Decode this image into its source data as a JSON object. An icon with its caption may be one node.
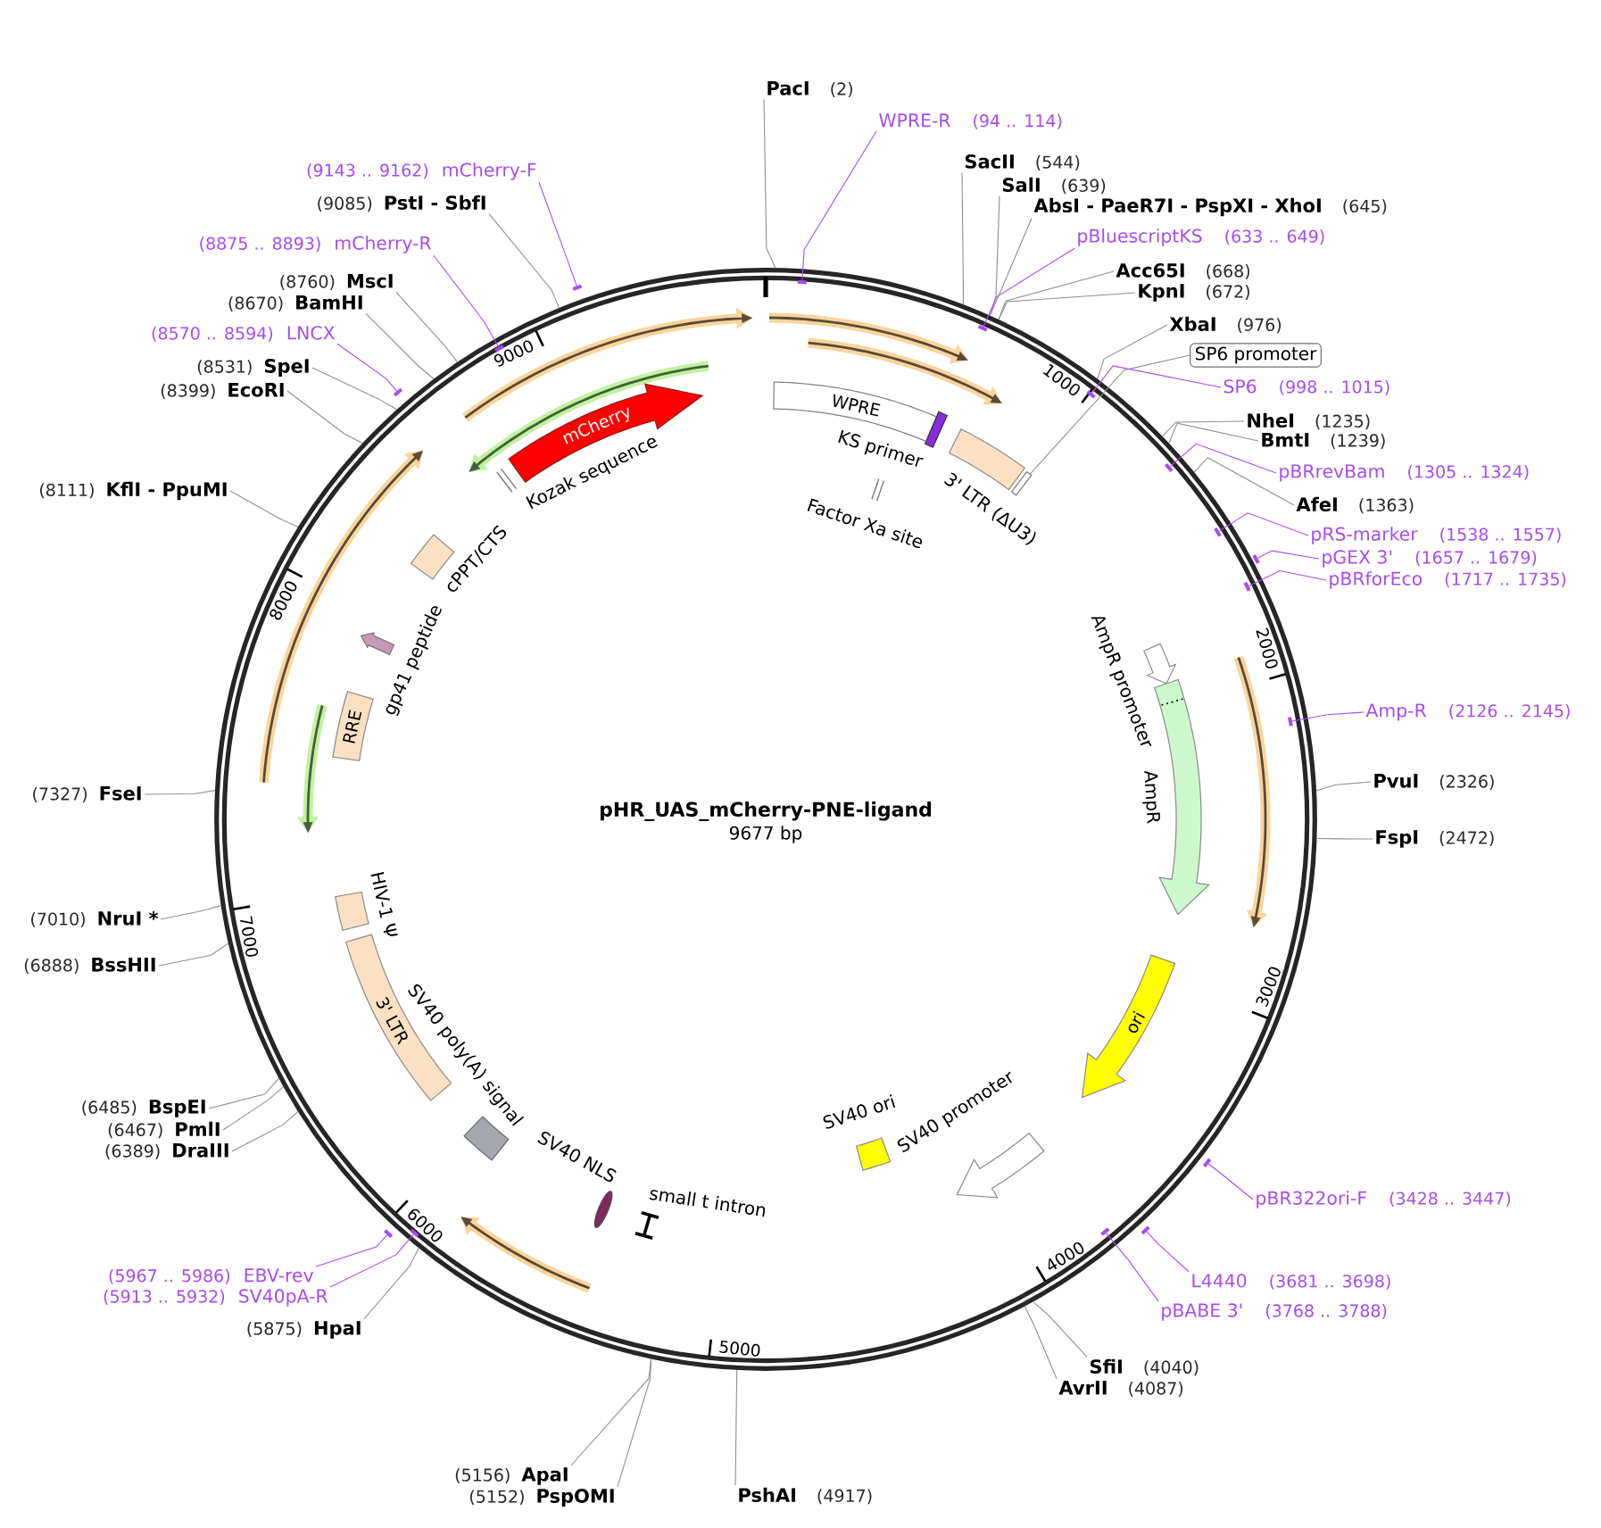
{
  "diagram": {
    "title": "pHR_UAS_mCherry-PNE-ligand",
    "nodes": [
      {
        "text": [],
        "shape": "circle"
      },
      {
        "text": [
          "PacI",
          "(2)"
        ]
      },
      {
        "text": [
          "WPRE-R",
          "(94 .. 114)"
        ]
      },
      {
        "text": [],
        "shape": "bar",
        "in": 0
      },
      {
        "text": [
          "SacII",
          "(544)"
        ]
      },
      {
        "text": [
          "SalI",
          "(639)"
        ]
      },
      {
        "text": [
          "AbsI - PaeR7I - PspXI - XhoI",
          "(645)"
        ]
      },
      {
        "text": [
          "pBluescriptKS",
          "(633 .. 649)"
        ]
      },
      {
        "text": [],
        "shape": "bar",
        "in": 0
      },
      {
        "text": [
          "Acc65I",
          "(668)"
        ]
      },
      {
        "text": [
          "KpnI",
          "(672)"
        ]
      },
      {
        "text": [
          "XbaI",
          "(976)"
        ]
      },
      {
        "text": [
          "SP6 promoter"
        ]
      },
      {
        "text": [],
        "shape": "bar",
        "in": 0
      },
      {
        "text": [
          "SP6",
          "(998 .. 1015)"
        ]
      },
      {
        "text": [],
        "shape": "bar",
        "in": 0
      },
      {
        "text": [
          "NheI",
          "(1235)"
        ]
      },
      {
        "text": [
          "BmtI",
          "(1239)"
        ]
      },
      {
        "text": [
          "pBRrevBam",
          "(1305 .. 1324)"
        ]
      },
      {
        "text": [],
        "shape": "bar",
        "in": 0
      },
      {
        "text": [
          "AfeI",
          "(1363)"
        ]
      },
      {
        "text": [
          "pRS-marker",
          "(1538 .. 1557)"
        ]
      },
      {
        "text": [],
        "shape": "bar",
        "in": 0
      },
      {
        "text": [
          "pGEX 3'",
          "(1657 .. 1679)"
        ]
      },
      {
        "text": [],
        "shape": "bar"
      },
      {
        "text": [
          "pBRforEco",
          "(1717 .. 1735)"
        ]
      },
      {
        "text": [],
        "shape": "bar",
        "in": 0
      },
      {
        "text": [
          "Amp-R",
          "(2126 .. 2145)"
        ]
      },
      {
        "text": [],
        "shape": "bar",
        "in": 0
      },
      {
        "text": [
          "PvuI",
          "(2326)"
        ]
      },
      {
        "text": [
          "FspI",
          "(2472)"
        ]
      },
      {
        "text": [
          "pBR322ori-F",
          "(3428 .. 3447)"
        ]
      },
      {
        "text": [],
        "shape": "bar"
      },
      {
        "text": [
          "L4440",
          "(3681 .. 3698)"
        ]
      },
      {
        "text": [],
        "shape": "bar"
      },
      {
        "text": [
          "pBABE 3'",
          "(3768 .. 3788)"
        ]
      },
      {
        "text": [],
        "shape": "bar",
        "in": 0
      },
      {
        "text": [
          "SfiI",
          "(4040)"
        ]
      },
      {
        "text": [
          "AvrII",
          "(4087)"
        ]
      },
      {
        "text": [
          "PshAI",
          "(4917)"
        ]
      },
      {
        "text": [
          "(5152)",
          "PspOMI"
        ]
      },
      {
        "text": [
          "(5156)",
          "ApaI"
        ]
      },
      {
        "text": [
          "(5875)",
          "HpaI"
        ]
      },
      {
        "text": [
          "(5913 .. 5932)",
          "SV40pA-R"
        ]
      },
      {
        "text": [],
        "shape": "bar",
        "in": 0
      },
      {
        "text": [
          "(5967 .. 5986)",
          "EBV-rev"
        ]
      },
      {
        "text": [],
        "shape": "bar"
      },
      {
        "text": [
          "(6389)",
          "DraIII"
        ]
      },
      {
        "text": [
          "(6467)",
          "PmlI"
        ]
      },
      {
        "text": [
          "(6485)",
          "BspEI"
        ]
      },
      {
        "text": [
          "(6888)",
          "BssHII"
        ]
      },
      {
        "text": [
          "(7010)",
          "NruI *"
        ]
      },
      {
        "text": [
          "(7327)",
          "FseI"
        ]
      },
      {
        "text": [
          "(8111)",
          "KflI - PpuMI"
        ]
      },
      {
        "text": [
          "(8399)",
          "EcoRI"
        ]
      },
      {
        "text": [
          "(8531)",
          "SpeI"
        ]
      },
      {
        "text": [
          "(8570 .. 8594)",
          "LNCX"
        ]
      },
      {
        "text": [],
        "shape": "bar"
      },
      {
        "text": [
          "(8670)",
          "BamHI"
        ]
      },
      {
        "text": [
          "(8760)",
          "MscI"
        ]
      },
      {
        "text": [
          "(8875 .. 8893)",
          "mCherry-R"
        ]
      },
      {
        "text": [],
        "shape": "bar",
        "in": 0
      },
      {
        "text": [
          "(9085)",
          "PstI - SbfI"
        ]
      },
      {
        "text": [
          "(9143 .. 9162)",
          "mCherry-F"
        ]
      },
      {
        "text": [],
        "shape": "bar"
      },
      {
        "text": [
          "WPRE"
        ],
        "in": 0
      },
      {
        "text": [
          "KS primer"
        ],
        "in": 0
      },
      {
        "text": [
          "Factor Xa site"
        ],
        "in": 0
      },
      {
        "text": [
          "3' LTR (ΔU3)"
        ],
        "in": 0
      },
      {
        "text": [
          "AmpR promoter"
        ],
        "in": 0
      },
      {
        "text": [
          "AmpR"
        ],
        "in": 0
      },
      {
        "text": [
          "ori"
        ],
        "in": 0
      },
      {
        "text": [
          "SV40 promoter"
        ],
        "in": 0
      },
      {
        "text": [
          "SV40 ori"
        ],
        "in": 0
      },
      {
        "text": [
          "small t intron"
        ],
        "in": 0
      },
      {
        "text": [
          "SV40 NLS"
        ],
        "in": 0
      },
      {
        "text": [
          "SV40 poly(A) signal"
        ],
        "in": 0
      },
      {
        "text": [
          "3' LTR"
        ],
        "in": 0
      },
      {
        "text": [
          "HIV-1 Ψ"
        ],
        "in": 0
      },
      {
        "text": [
          "RRE"
        ],
        "in": 0
      },
      {
        "text": [
          "gp41 peptide"
        ],
        "in": 0
      },
      {
        "text": [
          "cPPT/CTS"
        ],
        "in": 0
      },
      {
        "text": [
          "Kozak sequence"
        ],
        "in": 0
      },
      {
        "text": [
          "mCherry"
        ],
        "in": 0
      }
    ],
    "edges": [
      {
        "from": 1,
        "to": 0,
        "arrow": "none"
      },
      {
        "from": 2,
        "to": 3,
        "arrow": "none",
        "color": "#a64cf0"
      },
      {
        "from": 4,
        "to": 0,
        "arrow": "none"
      },
      {
        "from": 5,
        "to": 0,
        "arrow": "none"
      },
      {
        "from": 6,
        "to": 0,
        "arrow": "none"
      },
      {
        "from": 7,
        "to": 8,
        "arrow": "none",
        "color": "#a64cf0"
      },
      {
        "from": 9,
        "to": 0,
        "arrow": "none"
      },
      {
        "from": 10,
        "to": 0,
        "arrow": "none"
      },
      {
        "from": 11,
        "to": 0,
        "arrow": "none"
      },
      {
        "from": 12,
        "to": 13,
        "arrow": "none"
      },
      {
        "from": 14,
        "to": 15,
        "arrow": "none",
        "color": "#a64cf0"
      },
      {
        "from": 16,
        "to": 0,
        "arrow": "none"
      },
      {
        "from": 17,
        "to": 0,
        "arrow": "none"
      },
      {
        "from": 18,
        "to": 19,
        "arrow": "none",
        "color": "#a64cf0"
      },
      {
        "from": 20,
        "to": 0,
        "arrow": "none"
      },
      {
        "from": 21,
        "to": 22,
        "arrow": "none",
        "color": "#a64cf0"
      },
      {
        "from": 23,
        "to": 24,
        "arrow": "none",
        "color": "#a64cf0"
      },
      {
        "from": 25,
        "to": 26,
        "arrow": "none",
        "color": "#a64cf0"
      },
      {
        "from": 27,
        "to": 28,
        "arrow": "none",
        "color": "#a64cf0"
      },
      {
        "from": 29,
        "to": 0,
        "arrow": "none"
      },
      {
        "from": 30,
        "to": 0,
        "arrow": "none"
      },
      {
        "from": 31,
        "to": 32,
        "arrow": "none",
        "color": "#a64cf0"
      },
      {
        "from": 33,
        "to": 34,
        "arrow": "none",
        "color": "#a64cf0"
      },
      {
        "from": 35,
        "to": 36,
        "arrow": "none",
        "color": "#a64cf0"
      },
      {
        "from": 37,
        "to": 0,
        "arrow": "none"
      },
      {
        "from": 38,
        "to": 0,
        "arrow": "none"
      },
      {
        "from": 39,
        "to": 0,
        "arrow": "none"
      },
      {
        "from": 40,
        "to": 0,
        "arrow": "none"
      },
      {
        "from": 41,
        "to": 0,
        "arrow": "none"
      },
      {
        "from": 42,
        "to": 0,
        "arrow": "none"
      },
      {
        "from": 43,
        "to": 44,
        "arrow": "none",
        "color": "#a64cf0"
      },
      {
        "from": 45,
        "to": 46,
        "arrow": "none",
        "color": "#a64cf0"
      },
      {
        "from": 47,
        "to": 0,
        "arrow": "none"
      },
      {
        "from": 48,
        "to": 0,
        "arrow": "none"
      },
      {
        "from": 49,
        "to": 0,
        "arrow": "none"
      },
      {
        "from": 50,
        "to": 0,
        "arrow": "none"
      },
      {
        "from": 51,
        "to": 0,
        "arrow": "none"
      },
      {
        "from": 52,
        "to": 0,
        "arrow": "none"
      },
      {
        "from": 53,
        "to": 0,
        "arrow": "none"
      },
      {
        "from": 54,
        "to": 0,
        "arrow": "none"
      },
      {
        "from": 55,
        "to": 0,
        "arrow": "none"
      },
      {
        "from": 56,
        "to": 57,
        "arrow": "none",
        "color": "#a64cf0"
      },
      {
        "from": 58,
        "to": 0,
        "arrow": "none"
      },
      {
        "from": 59,
        "to": 0,
        "arrow": "none"
      },
      {
        "from": 60,
        "to": 61,
        "arrow": "none",
        "color": "#a64cf0"
      },
      {
        "from": 62,
        "to": 0,
        "arrow": "none"
      },
      {
        "from": 63,
        "to": 64,
        "arrow": "none",
        "color": "#a64cf0"
      }
    ],
    "labels": [
      "1000",
      "2000",
      "3000",
      "4000",
      "5000",
      "6000",
      "7000",
      "8000",
      "9000",
      "9677 bp"
    ]
  }
}
